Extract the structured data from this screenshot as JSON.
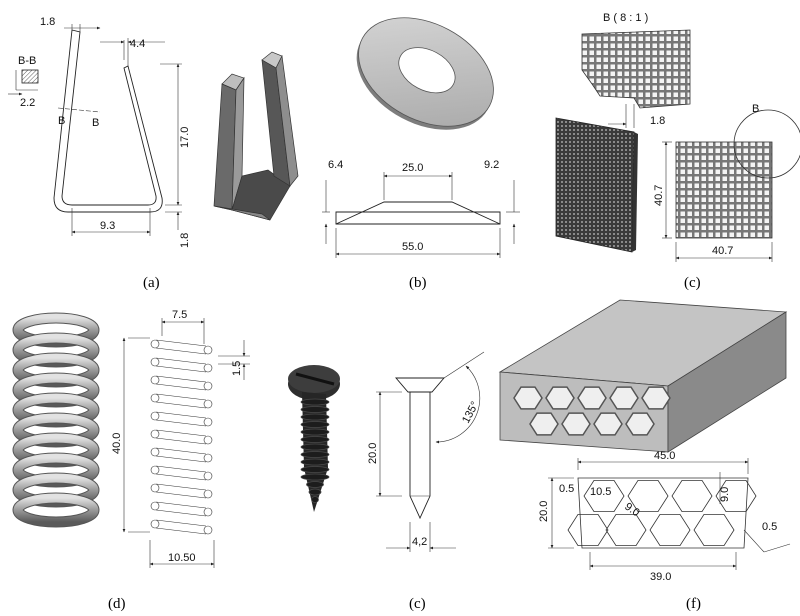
{
  "panels": [
    {
      "caption": "(a)",
      "labels": {
        "top_left": "1.8",
        "top_right": "4.4",
        "section": "B-B",
        "section_w": "2.2",
        "cut_left": "B",
        "cut_right": "B",
        "height": "17.0",
        "bottom_w": "9.3",
        "bottom_t": "1.8"
      }
    },
    {
      "caption": "(b)",
      "labels": {
        "left_h": "6.4",
        "top_w": "25.0",
        "right_h": "9.2",
        "bottom_w": "55.0"
      }
    },
    {
      "caption": "(c)",
      "labels": {
        "detail": "B ( 8 : 1 )",
        "pitch": "1.8",
        "mark": "B",
        "height": "40.7",
        "width": "40.7"
      }
    },
    {
      "caption": "(d)",
      "labels": {
        "pitch": "7.5",
        "wire": "1.5",
        "length": "40.0",
        "diameter": "10.50"
      }
    },
    {
      "caption": "(c)",
      "labels": {
        "angle": "135°",
        "length": "20.0",
        "diameter": "4,2"
      }
    },
    {
      "caption": "(f)",
      "labels": {
        "length": "45.0",
        "t_left": "0.5",
        "cell": "10.5",
        "diag": "9.0",
        "cell_h": "9.0",
        "height": "20.0",
        "base": "39.0",
        "t_right": "0.5"
      }
    }
  ]
}
